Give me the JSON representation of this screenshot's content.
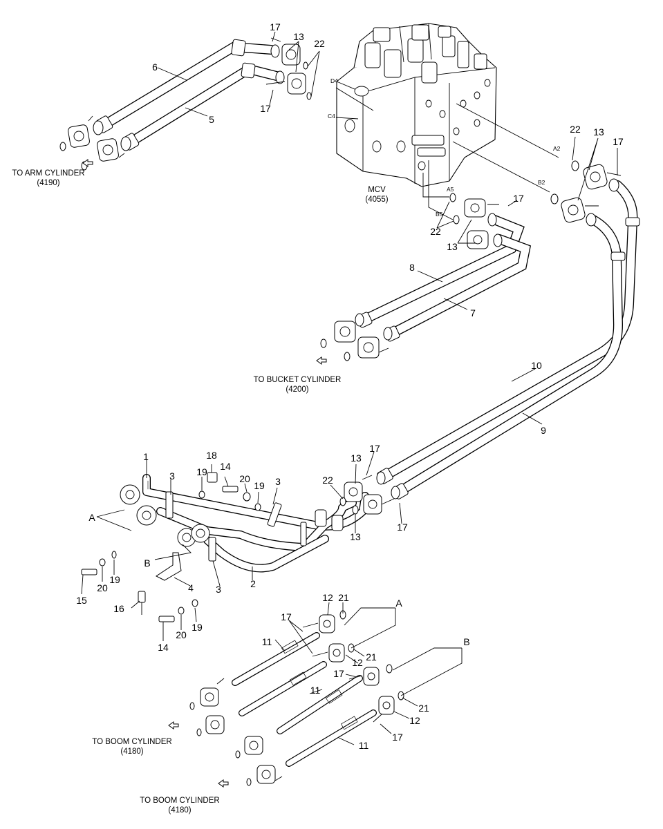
{
  "captions": {
    "arm_line1": "TO ARM CYLINDER",
    "arm_line2": "(4190)",
    "mcv_line1": "MCV",
    "mcv_line2": "(4055)",
    "bucket_line1": "TO BUCKET CYLINDER",
    "bucket_line2": "(4200)",
    "boom1_line1": "TO BOOM CYLINDER",
    "boom1_line2": "(4180)",
    "boom2_line1": "TO BOOM CYLINDER",
    "boom2_line2": "(4180)"
  },
  "ports": {
    "d4": "D4",
    "c4": "C4",
    "a2": "A2",
    "b2": "B2",
    "a5": "A5",
    "b5": "B5"
  },
  "callouts": {
    "n17_arm_top": "17",
    "n13_arm": "13",
    "n22_arm": "22",
    "n6": "6",
    "n5": "5",
    "n17_arm_bottom": "17",
    "n22_right": "22",
    "n13_right": "13",
    "n17_right": "17",
    "n17_bucket": "17",
    "n22_bucket": "22",
    "n13_bucket": "13",
    "n8": "8",
    "n7": "7",
    "n10": "10",
    "n9": "9",
    "n1": "1",
    "n3_left": "3",
    "n18": "18",
    "n19_top": "19",
    "n14_top": "14",
    "n20_top": "20",
    "n19_mid": "19",
    "n3_mid": "3",
    "n13_lower_top": "13",
    "n17_lower_top": "17",
    "n22_lower": "22",
    "n13_lower_bottom": "13",
    "n17_lower_bottom": "17",
    "nA_upper": "A",
    "nB_upper": "B",
    "n15": "15",
    "n20_left": "20",
    "n19_left": "19",
    "n4": "4",
    "n3_bottom": "3",
    "n2": "2",
    "n16": "16",
    "n14_bottom": "14",
    "n20_bottom": "20",
    "n19_bottom": "19",
    "n12_top": "12",
    "n21_top": "21",
    "nA_lower": "A",
    "n17_boom_top": "17",
    "n11_top": "11",
    "n21_mid": "21",
    "n12_mid": "12",
    "nB_lower": "B",
    "n17_boom_mid": "17",
    "n11_mid": "11",
    "n21_bottom": "21",
    "n12_bottom": "12",
    "n17_boom_bottom": "17",
    "n11_bottom": "11"
  },
  "icons": {
    "direction_arrow": "hollow-arrow-icon"
  }
}
